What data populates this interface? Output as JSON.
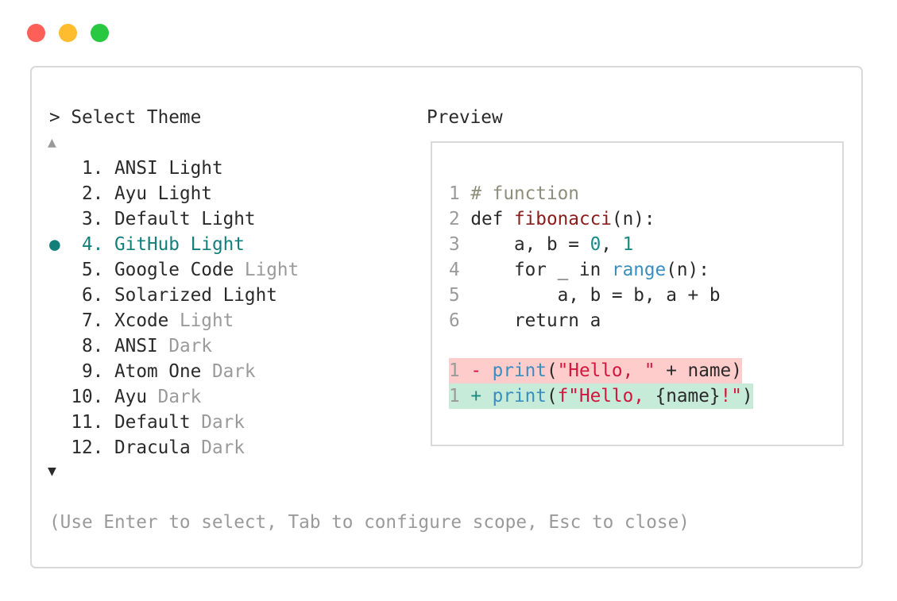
{
  "window_controls": {
    "close_color": "#fe5f57",
    "minimize_color": "#febc2e",
    "maximize_color": "#28c840"
  },
  "colors": {
    "accent": "#137f7b",
    "muted": "#9a9a9a",
    "diff_removed_bg": "#ffcccc",
    "diff_added_bg": "#c7ebd9"
  },
  "selector": {
    "title": "> Select Theme",
    "scroll_up_icon": "▲",
    "scroll_down_icon": "▼",
    "selected_marker": "●",
    "items": [
      {
        "num": " 1.",
        "name": "ANSI",
        "variant": "Light",
        "variant_muted": false
      },
      {
        "num": " 2.",
        "name": "Ayu",
        "variant": "Light",
        "variant_muted": false
      },
      {
        "num": " 3.",
        "name": "Default",
        "variant": "Light",
        "variant_muted": false
      },
      {
        "num": " 4.",
        "name": "GitHub",
        "variant": "Light",
        "variant_muted": false,
        "selected": true
      },
      {
        "num": " 5.",
        "name": "Google Code",
        "variant": "Light",
        "variant_muted": true
      },
      {
        "num": " 6.",
        "name": "Solarized",
        "variant": "Light",
        "variant_muted": false
      },
      {
        "num": " 7.",
        "name": "Xcode",
        "variant": "Light",
        "variant_muted": true
      },
      {
        "num": " 8.",
        "name": "ANSI",
        "variant": "Dark",
        "variant_muted": true
      },
      {
        "num": " 9.",
        "name": "Atom One",
        "variant": "Dark",
        "variant_muted": true
      },
      {
        "num": "10.",
        "name": "Ayu",
        "variant": "Dark",
        "variant_muted": true
      },
      {
        "num": "11.",
        "name": "Default",
        "variant": "Dark",
        "variant_muted": true
      },
      {
        "num": "12.",
        "name": "Dracula",
        "variant": "Dark",
        "variant_muted": true
      }
    ],
    "hint": "(Use Enter to select, Tab to configure scope, Esc to close)"
  },
  "preview": {
    "title": "Preview",
    "code": [
      {
        "n": "1",
        "parts": [
          [
            "cmt",
            "# function"
          ]
        ]
      },
      {
        "n": "2",
        "parts": [
          [
            "",
            "def "
          ],
          [
            "fn",
            "fibonacci"
          ],
          [
            "",
            "(n):"
          ]
        ]
      },
      {
        "n": "3",
        "parts": [
          [
            "",
            "    a, b = "
          ],
          [
            "lit",
            "0"
          ],
          [
            "",
            ", "
          ],
          [
            "lit",
            "1"
          ]
        ]
      },
      {
        "n": "4",
        "parts": [
          [
            "",
            "    for _ in "
          ],
          [
            "bi",
            "range"
          ],
          [
            "",
            "(n):"
          ]
        ]
      },
      {
        "n": "5",
        "parts": [
          [
            "",
            "        a, b = b, a + b"
          ]
        ]
      },
      {
        "n": "6",
        "parts": [
          [
            "",
            "    return a"
          ]
        ]
      }
    ],
    "diff": [
      {
        "type": "del",
        "n": "1",
        "parts": [
          [
            "str",
            "- "
          ],
          [
            "bi",
            "print"
          ],
          [
            "",
            "("
          ],
          [
            "str",
            "\"Hello, \""
          ],
          [
            "",
            " + name)"
          ]
        ]
      },
      {
        "type": "add",
        "n": "1",
        "parts": [
          [
            "lit",
            "+ "
          ],
          [
            "bi",
            "print"
          ],
          [
            "",
            "("
          ],
          [
            "str",
            "f\"Hello, "
          ],
          [
            "",
            "{name}"
          ],
          [
            "str",
            "!\""
          ],
          [
            "",
            ")"
          ]
        ]
      }
    ]
  }
}
